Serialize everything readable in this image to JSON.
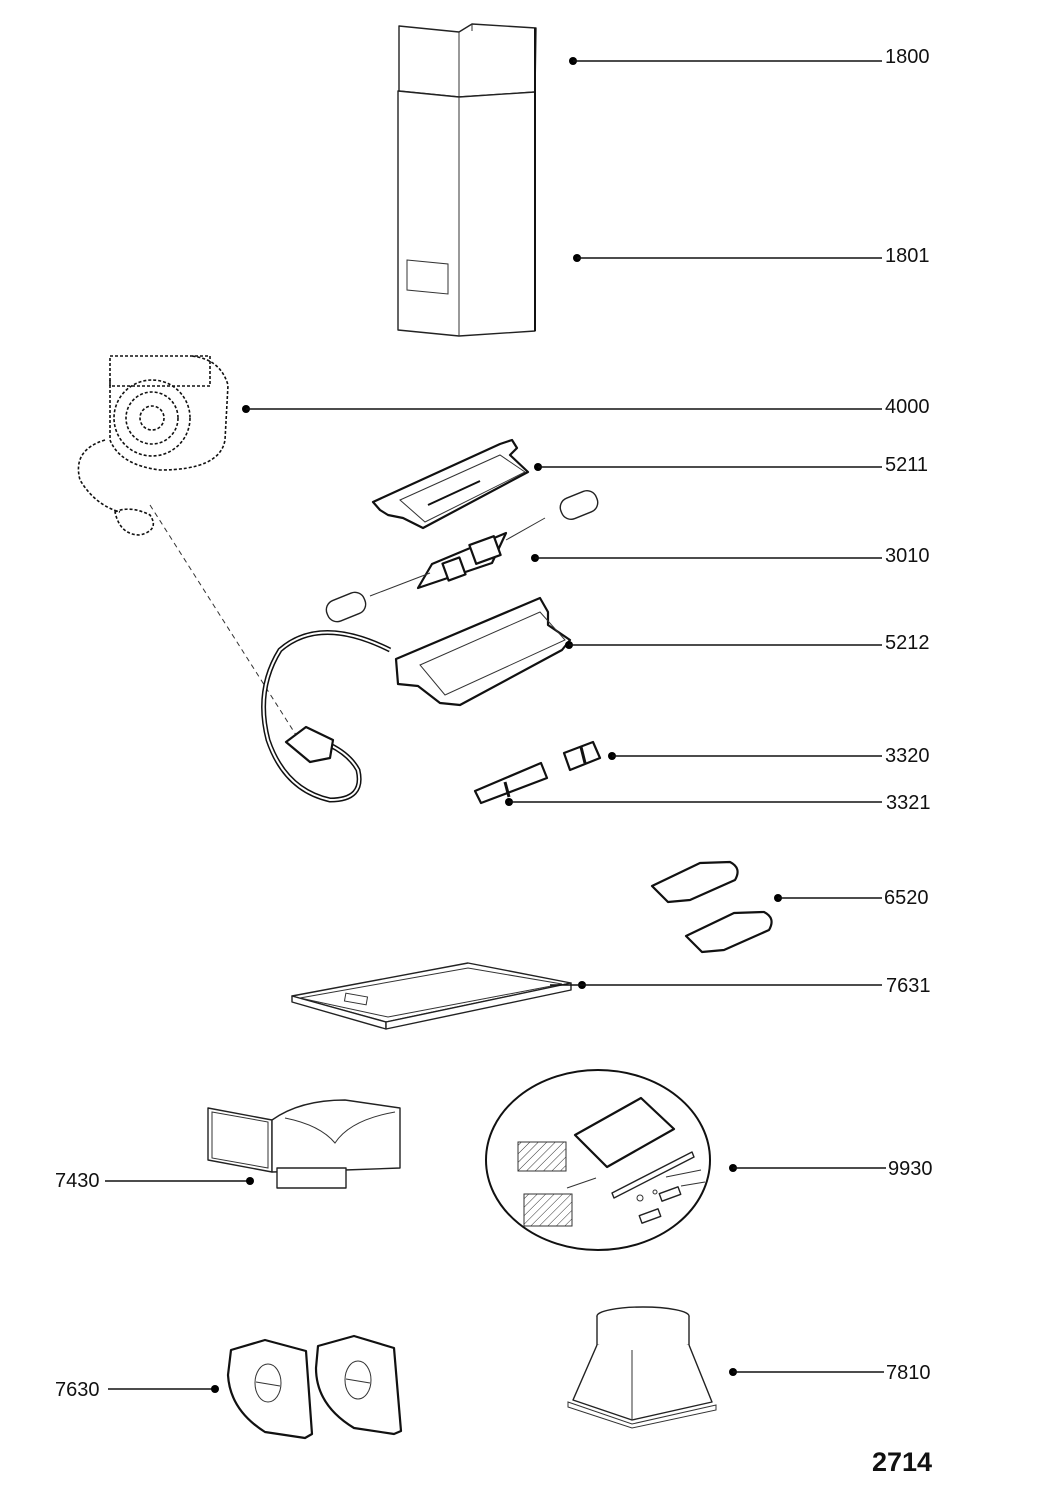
{
  "diagram": {
    "title": "Cooker hood exploded parts diagram",
    "sheet_number": "2714",
    "callouts": [
      {
        "id": "1800",
        "label": "1800",
        "part": "chimney-upper-section"
      },
      {
        "id": "1801",
        "label": "1801",
        "part": "chimney-lower-section"
      },
      {
        "id": "4000",
        "label": "4000",
        "part": "motor-blower-assembly"
      },
      {
        "id": "5211",
        "label": "5211",
        "part": "lamp-holder-cover"
      },
      {
        "id": "3010",
        "label": "3010",
        "part": "switch-panel-with-lamps"
      },
      {
        "id": "5212",
        "label": "5212",
        "part": "control-box-with-cable"
      },
      {
        "id": "3320",
        "label": "3320",
        "part": "small-fuse-clip"
      },
      {
        "id": "3321",
        "label": "3321",
        "part": "large-fuse-clip"
      },
      {
        "id": "6520",
        "label": "6520",
        "part": "filter-latch-pair"
      },
      {
        "id": "7631",
        "label": "7631",
        "part": "grease-filter"
      },
      {
        "id": "7430",
        "label": "7430",
        "part": "air-outlet-duct"
      },
      {
        "id": "9930",
        "label": "9930",
        "part": "installation-kit"
      },
      {
        "id": "7630",
        "label": "7630",
        "part": "charcoal-filter-pair"
      },
      {
        "id": "7810",
        "label": "7810",
        "part": "duct-adapter"
      }
    ]
  }
}
